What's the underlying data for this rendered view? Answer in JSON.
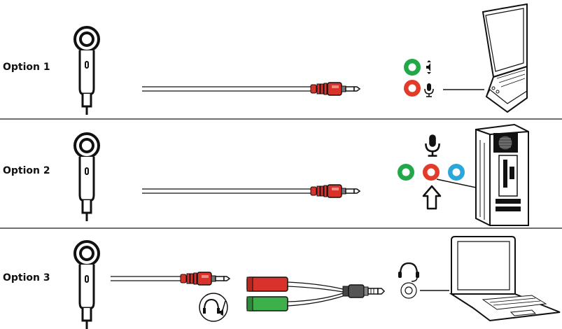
{
  "options": [
    {
      "label": "Option 1",
      "connection": "laptop-mic-port"
    },
    {
      "label": "Option 2",
      "connection": "desktop-mic-port"
    },
    {
      "label": "Option 3",
      "connection": "headset-splitter-combo-port"
    }
  ],
  "colors": {
    "mic_port": "#e23b2a",
    "line_out_port": "#22a84a",
    "line_in_port": "#2aa6d8",
    "plug_red": "#d8322b",
    "plug_green": "#3eb04b",
    "divider": "#6f6f6f"
  },
  "icons": [
    "microphone-icon",
    "headphones-icon",
    "headset-icon",
    "speaker-icon",
    "arrow-up-icon",
    "laptop-icon",
    "desktop-tower-icon"
  ]
}
